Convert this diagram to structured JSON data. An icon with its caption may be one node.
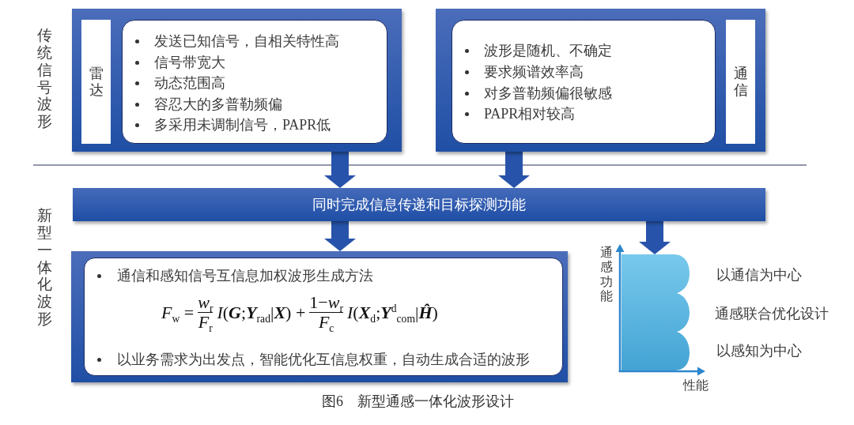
{
  "diagram": {
    "caption": "图6　新型通感一体化波形设计",
    "nodes": [
      {
        "text": [],
        "shape": "box"
      },
      {
        "text": [
          "雷达"
        ],
        "in": 0
      },
      {
        "text": [
          "发送已知信号，自相关特性高",
          "信号带宽大",
          "动态范围高",
          "容忍大的多普勒频偏",
          "多采用未调制信号，PAPR低"
        ],
        "in": 0
      },
      {
        "text": [],
        "shape": "box"
      },
      {
        "text": [
          "波形是随机、不确定",
          "要求频谱效率高",
          "对多普勒频偏很敏感",
          "PAPR相对较高"
        ],
        "in": 3
      },
      {
        "text": [
          "通信"
        ],
        "in": 3
      },
      {
        "text": [
          "同时完成信息传递和目标探测功能"
        ]
      },
      {
        "text": [],
        "shape": "box"
      },
      {
        "text": [
          "通信和感知信号互信息加权波形生成方法",
          "*F*$_{w}$ =",
          "*w*$_{r}$",
          "*F*$_{r}$",
          "*I*(**G**;**Y**$_{rad}$|**X**) +",
          "1−*w*$_{r}$",
          "*F*$_{c}$",
          "*I*(**X**$_{d}$;**Y**$^{d}$$_{com}$|**Ĥ**)",
          "以业务需求为出发点，智能优化互信息权重，自动生成合适的波形"
        ],
        "in": 7
      },
      {
        "text": [],
        "shape": "bar",
        "beside": [
          "以通信为中心",
          "通感联合优化设计",
          "以感知为中心"
        ]
      }
    ],
    "edges": [
      {
        "from": 0,
        "to": 6,
        "arrow": "to"
      },
      {
        "from": 3,
        "to": 6,
        "arrow": "to"
      },
      {
        "from": 6,
        "to": 7,
        "arrow": "to"
      },
      {
        "from": 6,
        "to": 9,
        "arrow": "to"
      }
    ],
    "labels": [
      "传统信号波形",
      "新型一体化波形",
      "通感功能",
      "性能"
    ]
  }
}
